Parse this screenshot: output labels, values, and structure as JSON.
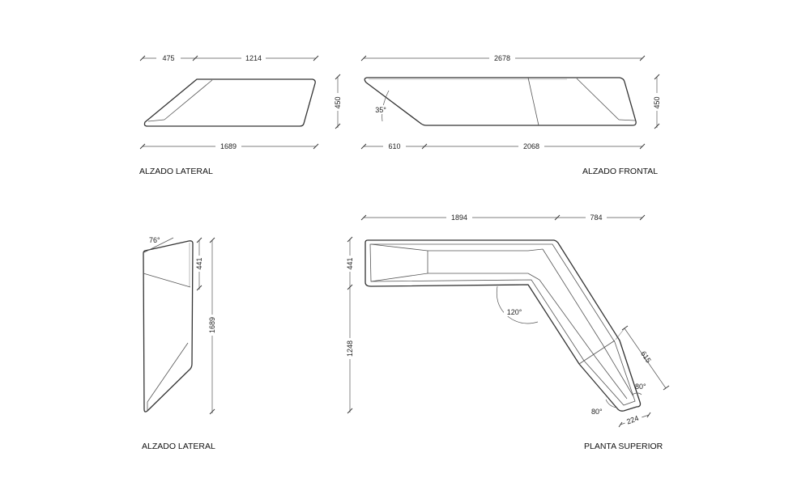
{
  "views": {
    "side_top": {
      "title": "ALZADO LATERAL",
      "dims": {
        "top_left": "475",
        "top_right": "1214",
        "height": "450",
        "bottom": "1689"
      }
    },
    "front": {
      "title": "ALZADO FRONTAL",
      "dims": {
        "top": "2678",
        "height": "450",
        "angle": "35°",
        "bottom_left": "610",
        "bottom_right": "2068"
      }
    },
    "side_bottom": {
      "title": "ALZADO LATERAL",
      "dims": {
        "angle": "76°",
        "upper": "441",
        "total": "1689"
      }
    },
    "plan": {
      "title": "PLANTA SUPERIOR",
      "dims": {
        "top_left": "1894",
        "top_right": "784",
        "left_upper": "441",
        "left_total": "1248",
        "angle_inner": "120°",
        "diag": "615",
        "angle_right": "80°",
        "angle_left": "80°",
        "end": "224"
      }
    }
  }
}
